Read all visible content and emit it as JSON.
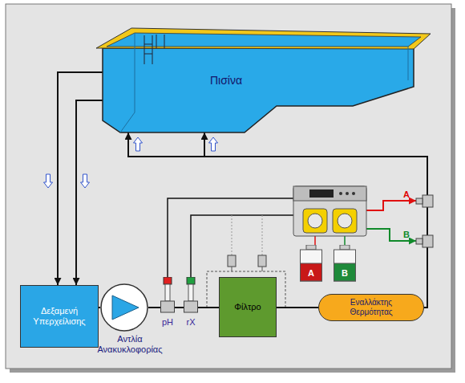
{
  "diagram": {
    "nodes": [
      {
        "text": [
          "Πισίνα"
        ]
      },
      {
        "text": [
          "Δεξαμενή Υπερχείλισης"
        ]
      },
      {
        "text": [
          "Αντλία Ανακυκλοφορίας"
        ]
      },
      {
        "text": [
          "pH"
        ]
      },
      {
        "text": [
          "rX"
        ]
      },
      {
        "text": [
          "Φίλτρο"
        ]
      },
      {
        "text": [
          "Εναλλάκτης Θερμότητας"
        ]
      },
      {
        "text": [
          "A"
        ]
      },
      {
        "text": [
          "B"
        ]
      }
    ],
    "edges": [
      {
        "from": 0,
        "to": 1,
        "arrow": "to"
      },
      {
        "from": 0,
        "to": 1,
        "arrow": "to"
      },
      {
        "from": 1,
        "to": 2,
        "arrow": "none"
      },
      {
        "from": 2,
        "to": 3,
        "arrow": "none"
      },
      {
        "from": 3,
        "to": 4,
        "arrow": "none"
      },
      {
        "from": 4,
        "to": 5,
        "arrow": "none"
      },
      {
        "from": 5,
        "to": 6,
        "arrow": "none"
      },
      {
        "from": 6,
        "to": 0,
        "arrow": "to"
      },
      {
        "from": 6,
        "to": 0,
        "arrow": "to"
      }
    ],
    "labels": [
      "A",
      "B"
    ]
  }
}
